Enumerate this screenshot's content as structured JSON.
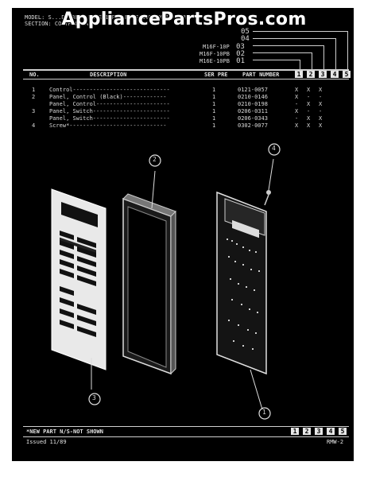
{
  "watermark": "AppliancePartsPros.com",
  "header": {
    "model_line": "MODEL: S...DW-BLD: M16E-10PB  M16F-10P  M16E-10PB",
    "section_line": "SECTION: CONTROL PANEL"
  },
  "models": [
    {
      "name": "M16F-10P",
      "code": "03"
    },
    {
      "name": "M16F-10PB",
      "code": "02"
    },
    {
      "name": "M16E-10PB",
      "code": "01"
    }
  ],
  "extra_codes": [
    "05",
    "04"
  ],
  "columns": {
    "no": "NO.",
    "description": "DESCRIPTION",
    "ser_pre": "SER PRE",
    "part_number": "PART NUMBER",
    "boxes": [
      "1",
      "2",
      "3",
      "4",
      "5"
    ]
  },
  "parts": [
    {
      "no": "1",
      "desc": "Control-----------------------------",
      "qty": "1",
      "part": "0121-0057",
      "c1": "X",
      "c2": "X",
      "c3": "X"
    },
    {
      "no": "2",
      "desc": "Panel, Control (Black)-------------",
      "qty": "1",
      "part": "0210-0146",
      "c1": "X",
      "c2": "-",
      "c3": "-"
    },
    {
      "no": "",
      "desc": "Panel, Control----------------------",
      "qty": "1",
      "part": "0210-0198",
      "c1": "-",
      "c2": "X",
      "c3": "X"
    },
    {
      "no": "3",
      "desc": "Panel, Switch-----------------------",
      "qty": "1",
      "part": "0206-0311",
      "c1": "X",
      "c2": "-",
      "c3": "-"
    },
    {
      "no": "",
      "desc": "Panel, Switch-----------------------",
      "qty": "1",
      "part": "0206-0343",
      "c1": "-",
      "c2": "X",
      "c3": "X"
    },
    {
      "no": "4",
      "desc": "Screw*-----------------------------",
      "qty": "1",
      "part": "0302-0077",
      "c1": "X",
      "c2": "X",
      "c3": "X"
    }
  ],
  "callouts": [
    "1",
    "2",
    "3",
    "4"
  ],
  "footer": {
    "legend": "*NEW PART  N/S-NOT SHOWN",
    "boxes": [
      "1",
      "2",
      "3",
      "4",
      "5"
    ],
    "issued": "Issued 11/89",
    "code": "RMW-2"
  }
}
